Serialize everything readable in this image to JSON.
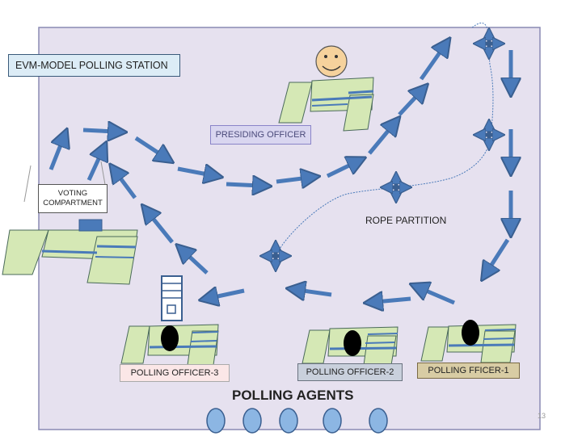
{
  "title": "EVM-MODEL POLLING STATION",
  "labels": {
    "presiding_officer": "PRESIDING OFFICER",
    "voting_compartment": "VOTING COMPARTMENT",
    "rope_partition": "ROPE  PARTITION",
    "polling_officer_3": "POLLING OFFICER-3",
    "polling_officer_2": "POLLING OFFICER-2",
    "polling_officer_1": "POLLING FFICER-1",
    "polling_agents": "POLLING AGENTS"
  },
  "page_number": "13",
  "colors": {
    "room_fill": "#e6e1ef",
    "room_border": "#8a8ab4",
    "arrow": "#4a7ab9",
    "arrow_stroke": "#3a5f90",
    "desk_fill": "#d5e8b5",
    "desk_stripe": "#4a7ab9",
    "rope": "#4a7ab9",
    "agent_fill": "#8cb6e3",
    "officer_head": "#000000",
    "face": "#f6d29c"
  }
}
